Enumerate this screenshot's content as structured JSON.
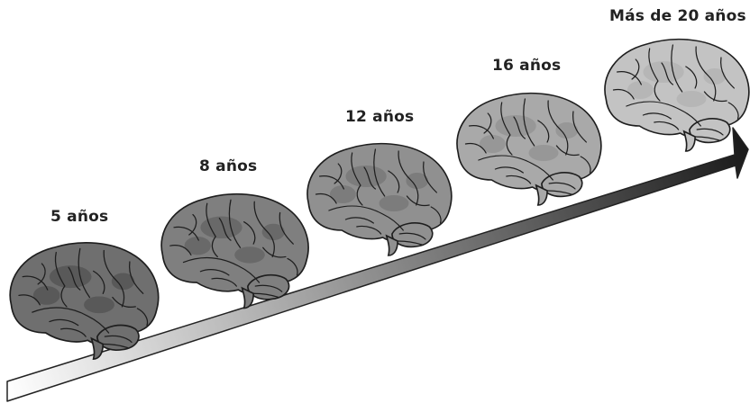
{
  "stages": [
    {
      "label": "5 años",
      "shade": "#6f6f6f"
    },
    {
      "label": "8 años",
      "shade": "#7f7f7f"
    },
    {
      "label": "12 años",
      "shade": "#909090"
    },
    {
      "label": "16 años",
      "shade": "#a9a9a9"
    },
    {
      "label": "Más de 20 años",
      "shade": "#c3c3c3"
    }
  ],
  "arrow": {
    "start_color": "#ffffff",
    "end_color": "#1a1a1a"
  }
}
